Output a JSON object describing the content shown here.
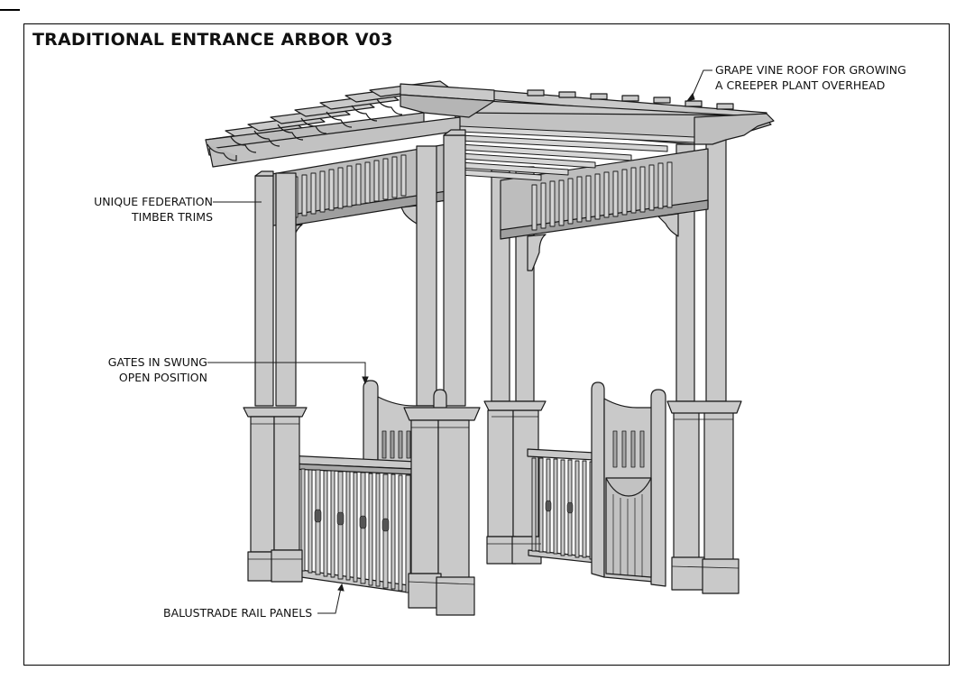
{
  "title": "TRADITIONAL ENTRANCE ARBOR V03",
  "callouts": {
    "roof": {
      "line1": "GRAPE VINE ROOF FOR GROWING",
      "line2": "A CREEPER PLANT OVERHEAD"
    },
    "trims": {
      "line1": "UNIQUE FEDERATION",
      "line2": "TIMBER TRIMS"
    },
    "gates": {
      "line1": "GATES IN SWUNG",
      "line2": "OPEN POSITION"
    },
    "balustrade": {
      "line1": "BALUSTRADE RAIL PANELS"
    }
  },
  "colors": {
    "timber": "#c7c7c7",
    "timber_dark": "#9a9a9a",
    "outline": "#1a1a1a",
    "background": "#ffffff"
  }
}
